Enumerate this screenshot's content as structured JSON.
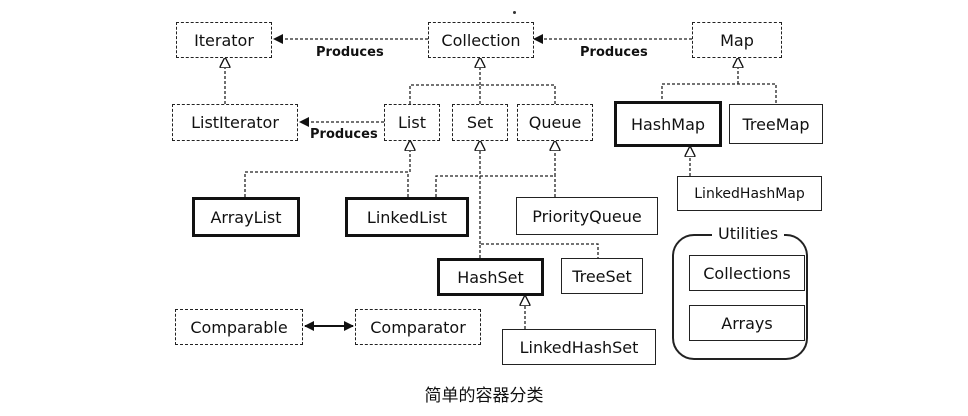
{
  "nodes": {
    "iterator": "Iterator",
    "collection": "Collection",
    "map": "Map",
    "list_iterator": "ListIterator",
    "list": "List",
    "set": "Set",
    "queue": "Queue",
    "hash_map": "HashMap",
    "tree_map": "TreeMap",
    "linked_hash_map": "LinkedHashMap",
    "array_list": "ArrayList",
    "linked_list": "LinkedList",
    "priority_queue": "PriorityQueue",
    "hash_set": "HashSet",
    "tree_set": "TreeSet",
    "linked_hash_set": "LinkedHashSet",
    "comparable": "Comparable",
    "comparator": "Comparator"
  },
  "edge_labels": {
    "collection_to_iterator": "Produces",
    "map_to_collection": "Produces",
    "list_to_list_iterator": "Produces"
  },
  "utilities": {
    "title": "Utilities",
    "items": [
      "Collections",
      "Arrays"
    ]
  },
  "caption": "简单的容器分类"
}
